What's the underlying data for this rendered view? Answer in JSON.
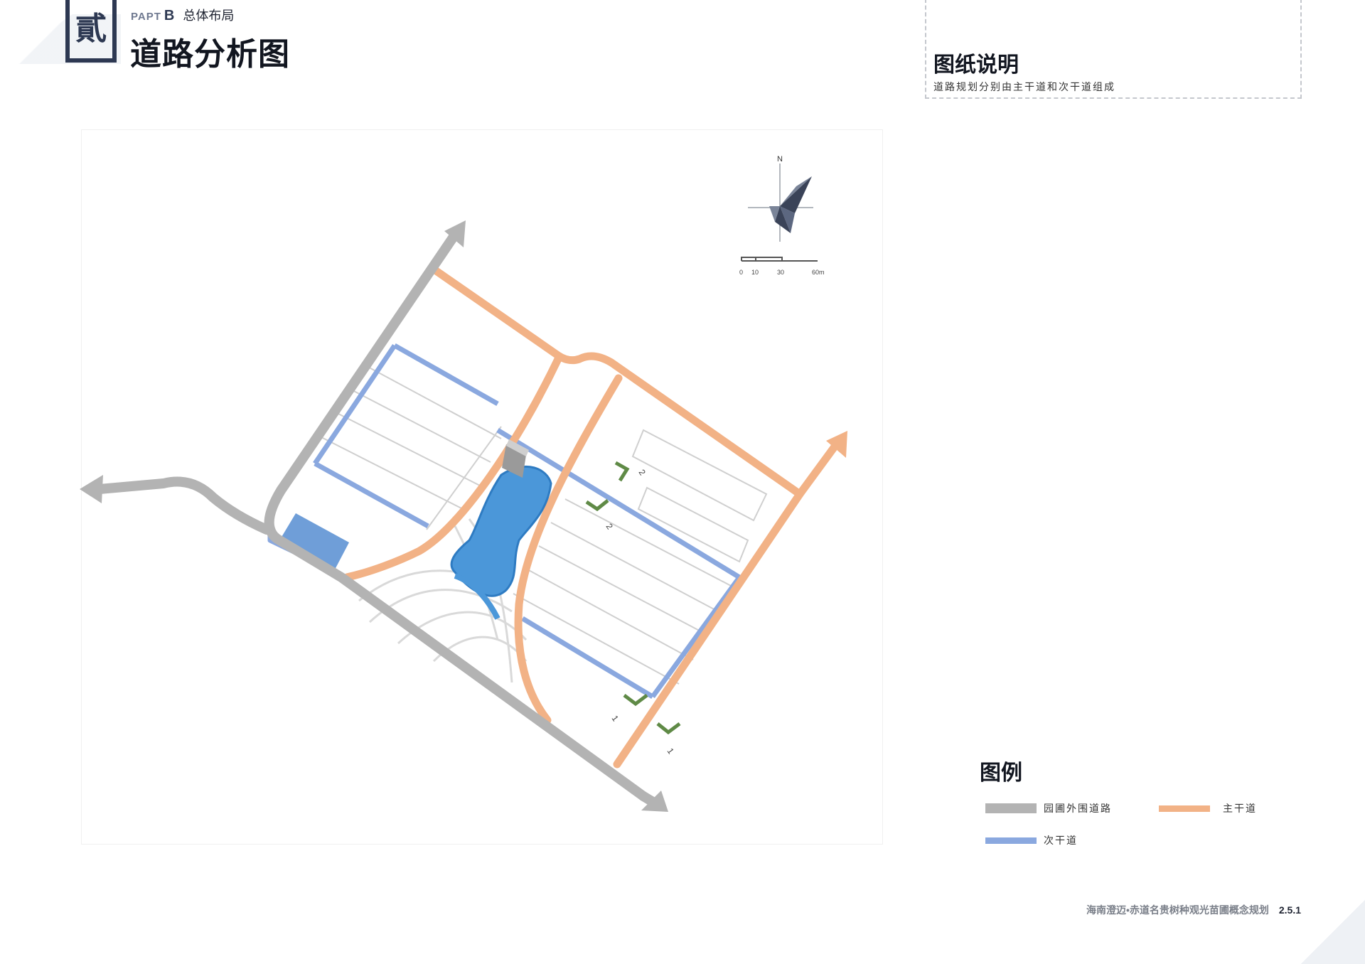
{
  "header": {
    "badge_glyph": "貳",
    "part_word": "PAPT",
    "part_letter": "B",
    "section": "总体布局",
    "title": "道路分析图"
  },
  "description": {
    "title": "图纸说明",
    "text": "道路规划分别由主干道和次干道组成"
  },
  "map": {
    "compass_label": "N",
    "scale_ticks": [
      "0",
      "10",
      "30",
      "60m"
    ],
    "section_markers": [
      "2",
      "2",
      "1",
      "1"
    ]
  },
  "legend": {
    "title": "图例",
    "items": [
      {
        "label": "园圃外围道路",
        "color": "#b0b0b0"
      },
      {
        "label": "主干道",
        "color": "#f2b286"
      },
      {
        "label": "次干道",
        "color": "#8aa8df"
      }
    ]
  },
  "footer": {
    "project": "海南澄迈•赤道名贵树种观光苗圃概念规划",
    "page": "2.5.1"
  },
  "colors": {
    "outer_road": "#b3b3b3",
    "main_road": "#f2b286",
    "secondary_road": "#8aa8df",
    "water": "#4b97d9",
    "block_blue": "#6f9ed8",
    "marker_green": "#5f8a46",
    "navy": "#2d3852"
  }
}
